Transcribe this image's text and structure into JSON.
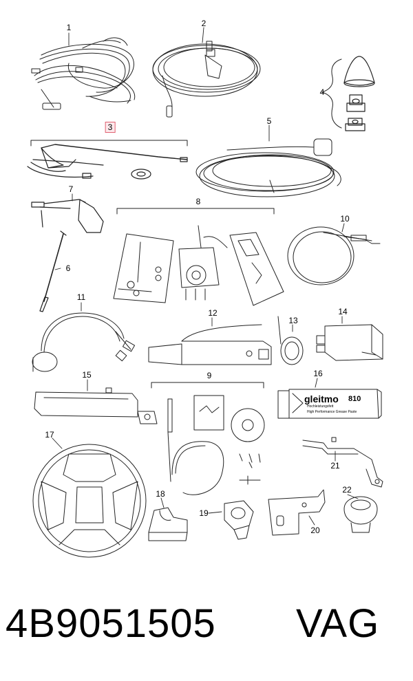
{
  "diagram": {
    "callouts": [
      {
        "id": "1",
        "label": "1",
        "highlighted": false
      },
      {
        "id": "2",
        "label": "2",
        "highlighted": false
      },
      {
        "id": "3",
        "label": "3",
        "highlighted": true
      },
      {
        "id": "4",
        "label": "4",
        "highlighted": false
      },
      {
        "id": "5",
        "label": "5",
        "highlighted": false
      },
      {
        "id": "6",
        "label": "6",
        "highlighted": false
      },
      {
        "id": "7",
        "label": "7",
        "highlighted": false
      },
      {
        "id": "8",
        "label": "8",
        "highlighted": false
      },
      {
        "id": "9",
        "label": "9",
        "highlighted": false
      },
      {
        "id": "10",
        "label": "10",
        "highlighted": false
      },
      {
        "id": "11",
        "label": "11",
        "highlighted": false
      },
      {
        "id": "12",
        "label": "12",
        "highlighted": false
      },
      {
        "id": "13",
        "label": "13",
        "highlighted": false
      },
      {
        "id": "14",
        "label": "14",
        "highlighted": false
      },
      {
        "id": "15",
        "label": "15",
        "highlighted": false
      },
      {
        "id": "16",
        "label": "16",
        "highlighted": false
      },
      {
        "id": "17",
        "label": "17",
        "highlighted": false
      },
      {
        "id": "18",
        "label": "18",
        "highlighted": false
      },
      {
        "id": "19",
        "label": "19",
        "highlighted": false
      },
      {
        "id": "20",
        "label": "20",
        "highlighted": false
      },
      {
        "id": "21",
        "label": "21",
        "highlighted": false
      },
      {
        "id": "22",
        "label": "22",
        "highlighted": false
      }
    ],
    "tube_label": {
      "brand": "gleitmo",
      "number": "810",
      "line1": "Hochleistungsfett",
      "line2": "High Performance Grease Paste"
    },
    "highlight_color": "#e06070"
  },
  "footer": {
    "part_number": "4B9051505",
    "brand": "VAG"
  }
}
